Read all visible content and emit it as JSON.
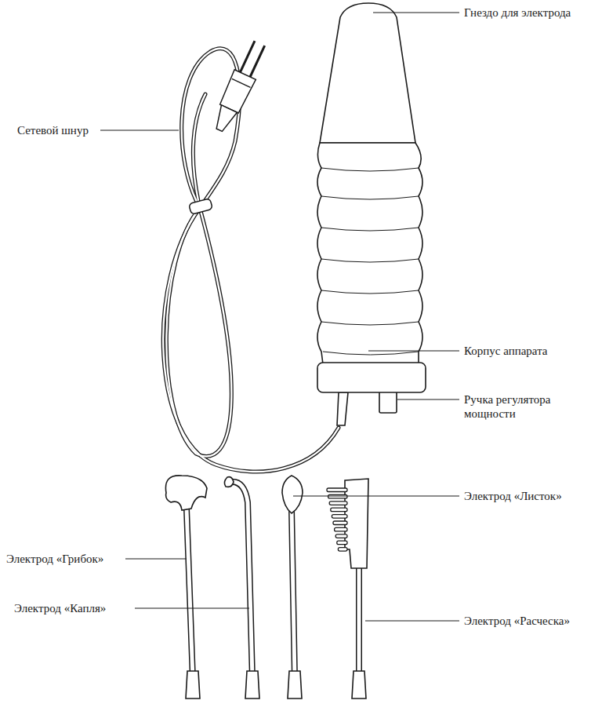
{
  "diagram": {
    "labels": [
      "Гнездо для электрода",
      "Сетевой шнур",
      "Корпус аппарата",
      "Ручка регулятора мощности",
      "Электрод «Листок»",
      "Электрод «Грибок»",
      "Электрод «Расческа»",
      "Электрод «Капля»"
    ]
  }
}
